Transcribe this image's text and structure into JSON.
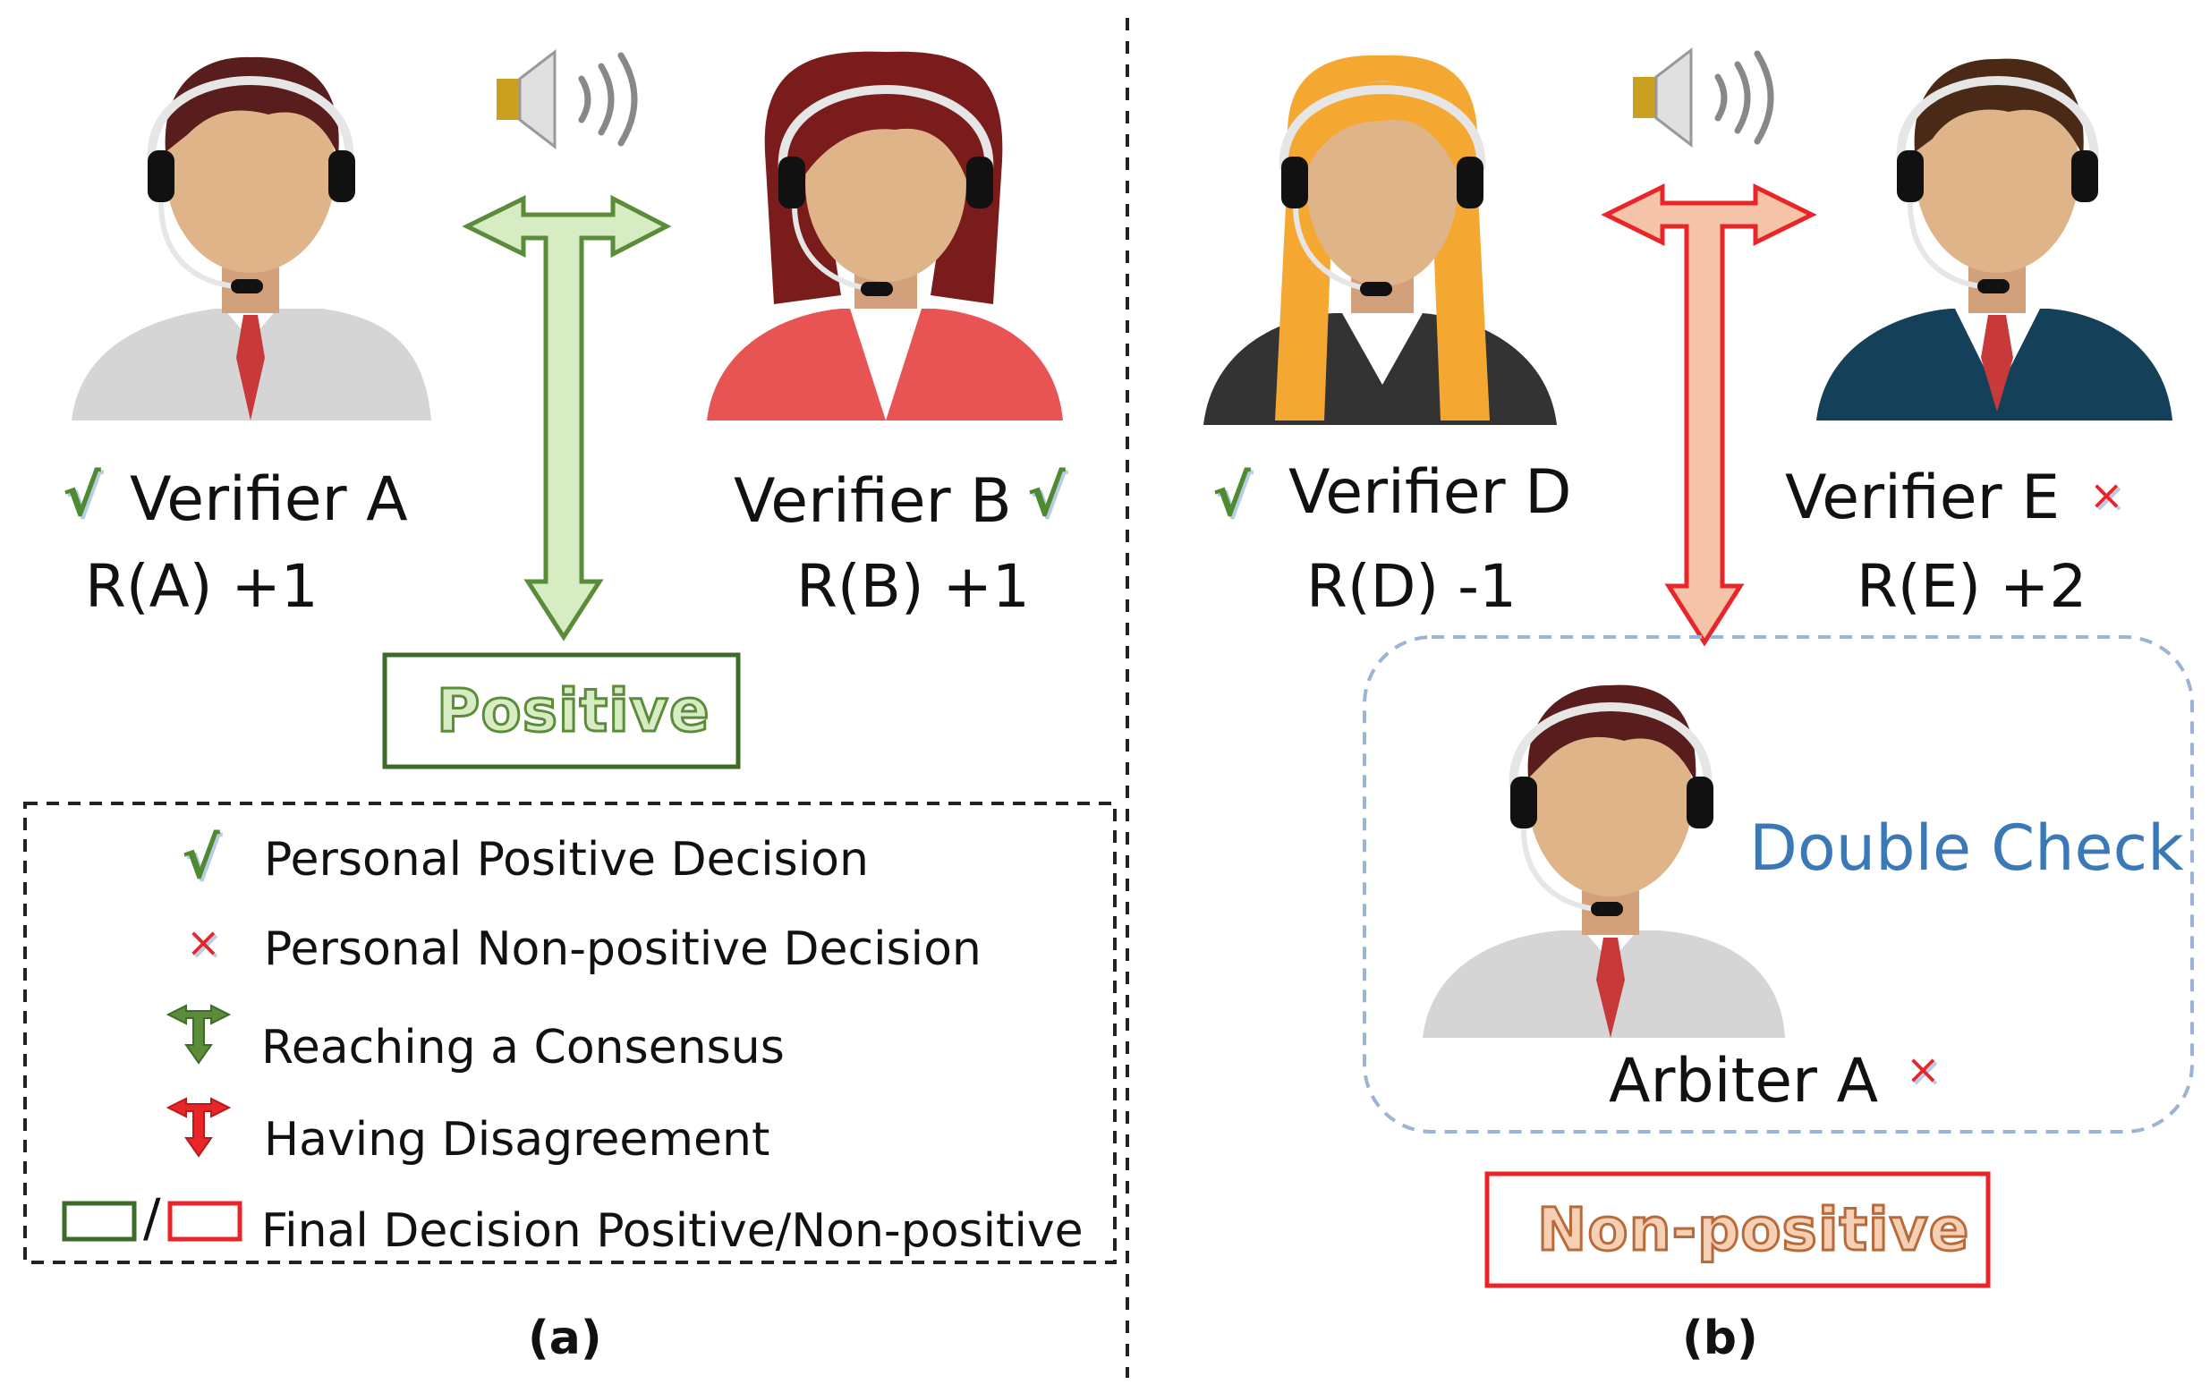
{
  "panel_a": {
    "verifier_a": {
      "name": "Verifier A",
      "score": "R(A) +1",
      "mark": "√"
    },
    "verifier_b": {
      "name": "Verifier B",
      "score": "R(B) +1",
      "mark": "√"
    },
    "final": "Positive",
    "caption": "(a)"
  },
  "panel_b": {
    "verifier_d": {
      "name": "Verifier D",
      "score": "R(D) -1",
      "mark": "√"
    },
    "verifier_e": {
      "name": "Verifier E",
      "score": "R(E) +2",
      "mark": "×"
    },
    "arbiter": {
      "name": "Arbiter A",
      "mark": "×"
    },
    "double_check": "Double Check",
    "final": "Non-positive",
    "caption": "(b)"
  },
  "legend": {
    "items": [
      {
        "symbol": "√",
        "label": "Personal Positive Decision"
      },
      {
        "symbol": "×",
        "label": "Personal Non-positive Decision"
      },
      {
        "symbol": "consensus-arrow",
        "label": "Reaching a Consensus"
      },
      {
        "symbol": "disagreement-arrow",
        "label": "Having Disagreement"
      },
      {
        "symbol": "box-pair",
        "separator": "/",
        "label": "Final Decision Positive/Non-positive"
      }
    ]
  },
  "colors": {
    "consensus": "#5a8c3a",
    "disagreement": "#e8262a",
    "double_check": "#3a78b8",
    "skin": "#dfb488"
  }
}
